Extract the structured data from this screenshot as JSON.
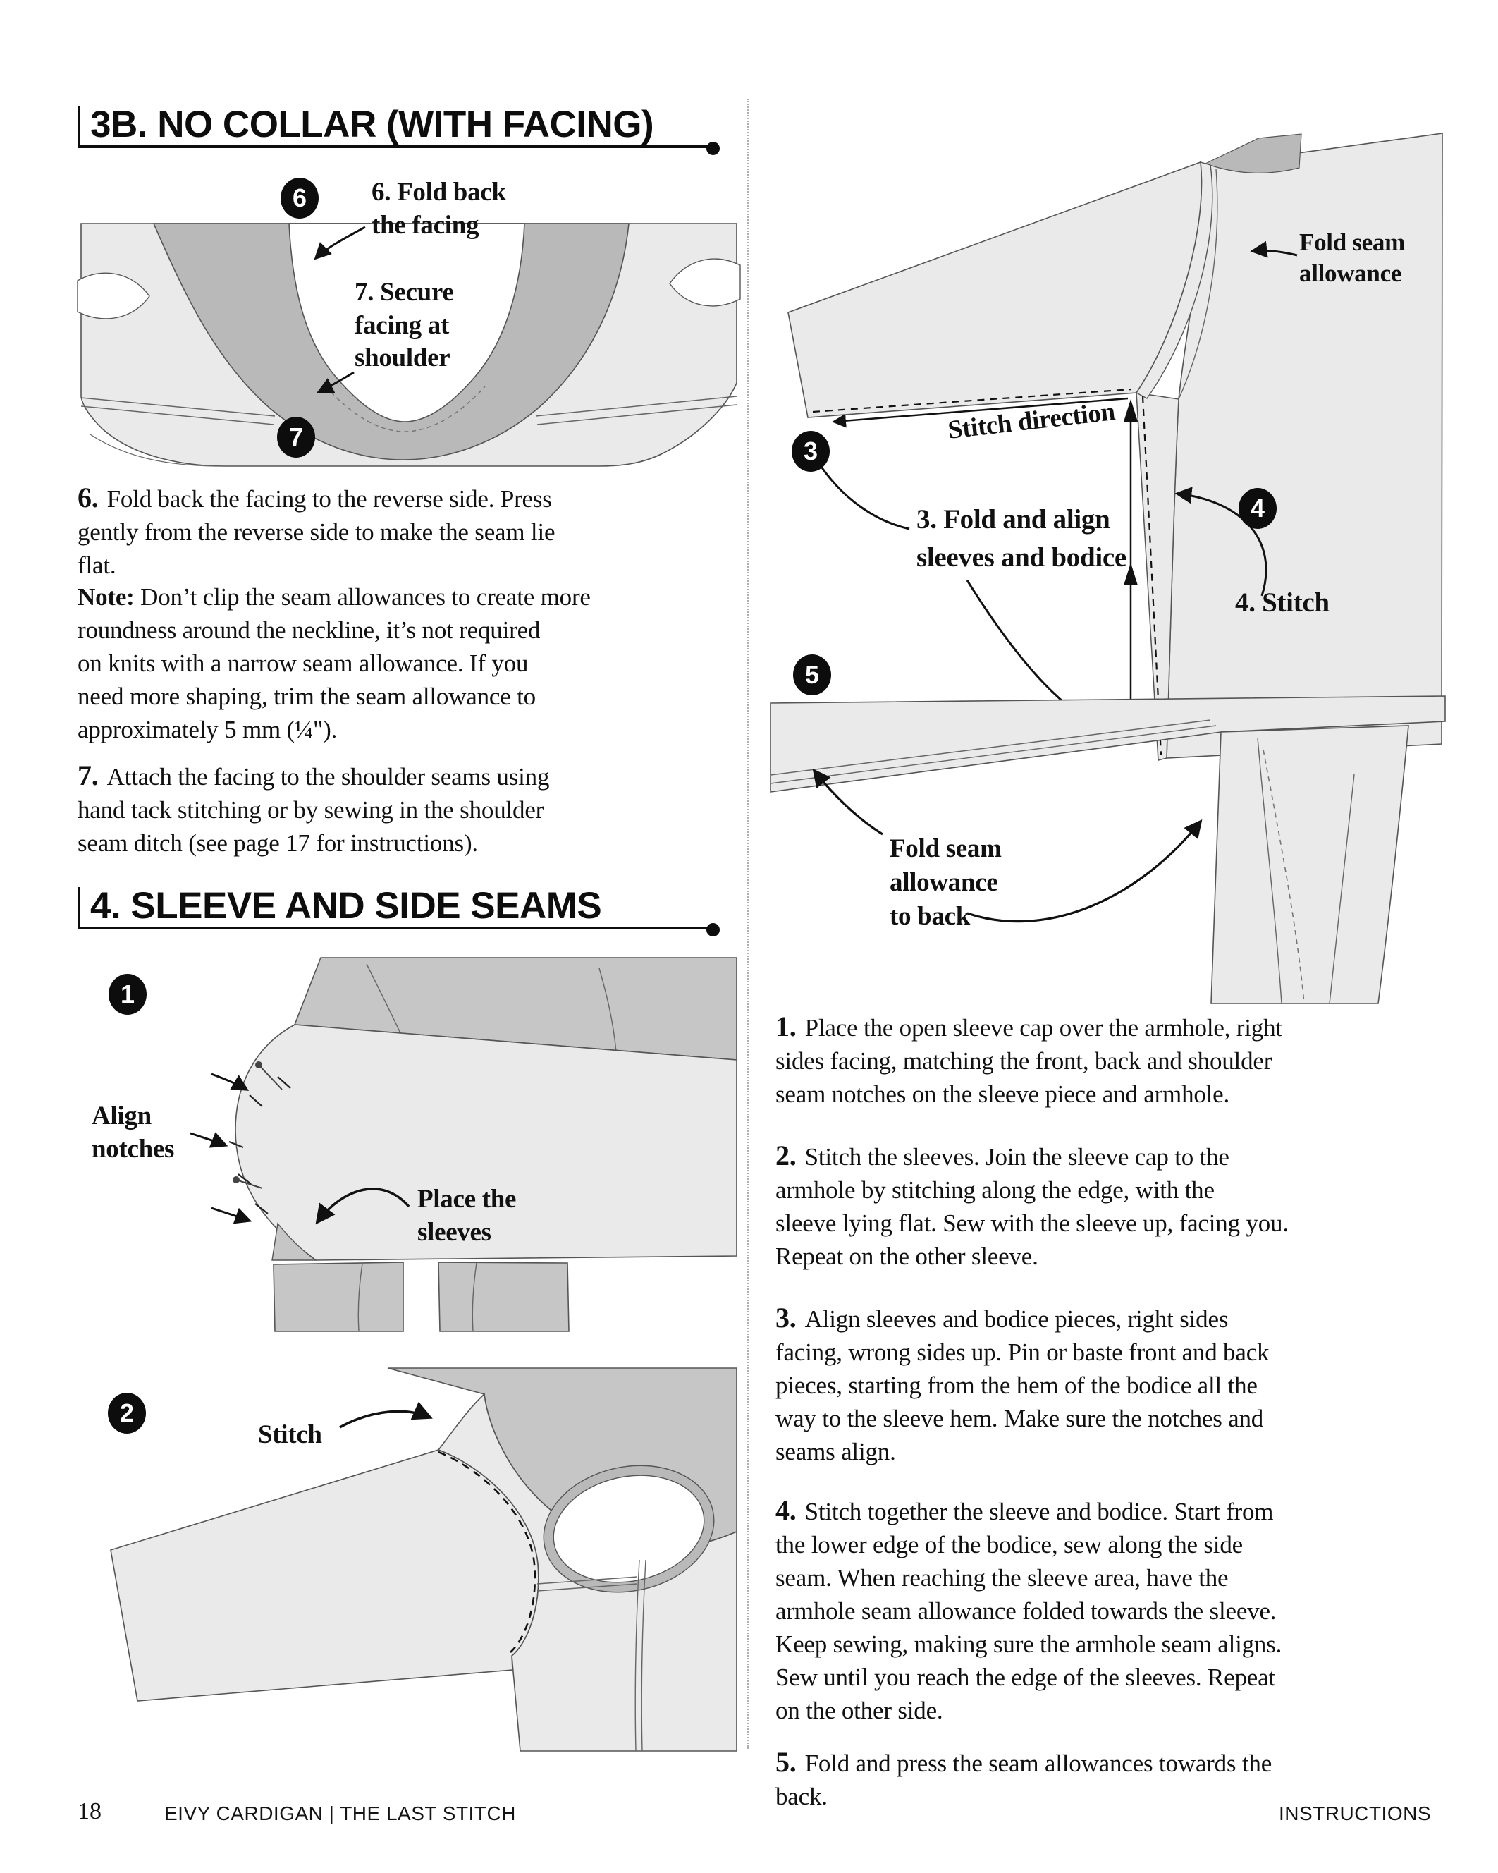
{
  "headings": {
    "no_collar": "3B. NO COLLAR (WITH FACING)",
    "sleeve": "4. SLEEVE AND SIDE SEAMS"
  },
  "markers": {
    "m1": "1",
    "m2": "2",
    "m3": "3",
    "m4": "4",
    "m5": "5",
    "m6": "6",
    "m7": "7"
  },
  "labels": {
    "fold_back": "6. Fold back\nthe facing",
    "secure": "7. Secure\nfacing at\nshoulder",
    "align_notches": "Align\nnotches",
    "place_sleeves": "Place the\nsleeves",
    "stitch": "Stitch",
    "fold_seam_allowance": "Fold seam\nallowance",
    "stitch_direction": "Stitch direction",
    "fold_and_align": "3. Fold and align\nsleeves and bodice",
    "stitch4": "4. Stitch",
    "fold_seam_to_back": "Fold seam\nallowance\nto back"
  },
  "left_steps": [
    {
      "num": "6.",
      "text": "Fold back the facing to the reverse side. Press\ngently from the reverse side to make the seam lie\nflat."
    },
    {
      "note_label": "Note:",
      "note_text": " Don’t clip the seam allowances to create more\nroundness around the neckline, it’s not required\non knits with a narrow seam allowance. If you\nneed more shaping, trim the seam allowance to\napproximately 5 mm (¼\")."
    },
    {
      "num": "7.",
      "text": "Attach the facing to the shoulder seams using\nhand tack stitching or by sewing in the shoulder\nseam ditch (see page 17 for instructions)."
    }
  ],
  "right_steps": [
    {
      "num": "1.",
      "text": "Place the open sleeve cap over the armhole, right\nsides facing, matching the front, back and shoulder\nseam notches on the sleeve piece and armhole."
    },
    {
      "num": "2.",
      "text": "Stitch the sleeves. Join the sleeve cap to the\narmhole by stitching along the edge, with the\nsleeve lying flat. Sew with the sleeve up, facing you.\nRepeat on the other sleeve."
    },
    {
      "num": "3.",
      "text": "Align sleeves and bodice pieces, right sides\nfacing, wrong sides up. Pin or baste front and back\npieces, starting from the hem of the bodice all the\nway to the sleeve hem. Make sure the notches and\nseams align."
    },
    {
      "num": "4.",
      "text": "Stitch together the sleeve and bodice. Start from\nthe lower edge of the bodice, sew along the side\nseam. When reaching the sleeve area, have the\narmhole seam allowance folded towards the sleeve.\nKeep sewing, making sure the armhole seam aligns.\nSew until you reach the edge of the sleeves. Repeat\non the other side."
    },
    {
      "num": "5.",
      "text": "Fold and press the seam allowances towards the\nback."
    }
  ],
  "footer": {
    "page_number": "18",
    "book_title": "EIVY CARDIGAN | THE LAST STITCH",
    "section_label": "INSTRUCTIONS"
  },
  "colors": {
    "fabric_light": "#eaeaea",
    "fabric_mid": "#c6c6c6",
    "fabric_dark": "#b9b9b9",
    "outline": "#555555",
    "ink": "#111111"
  }
}
